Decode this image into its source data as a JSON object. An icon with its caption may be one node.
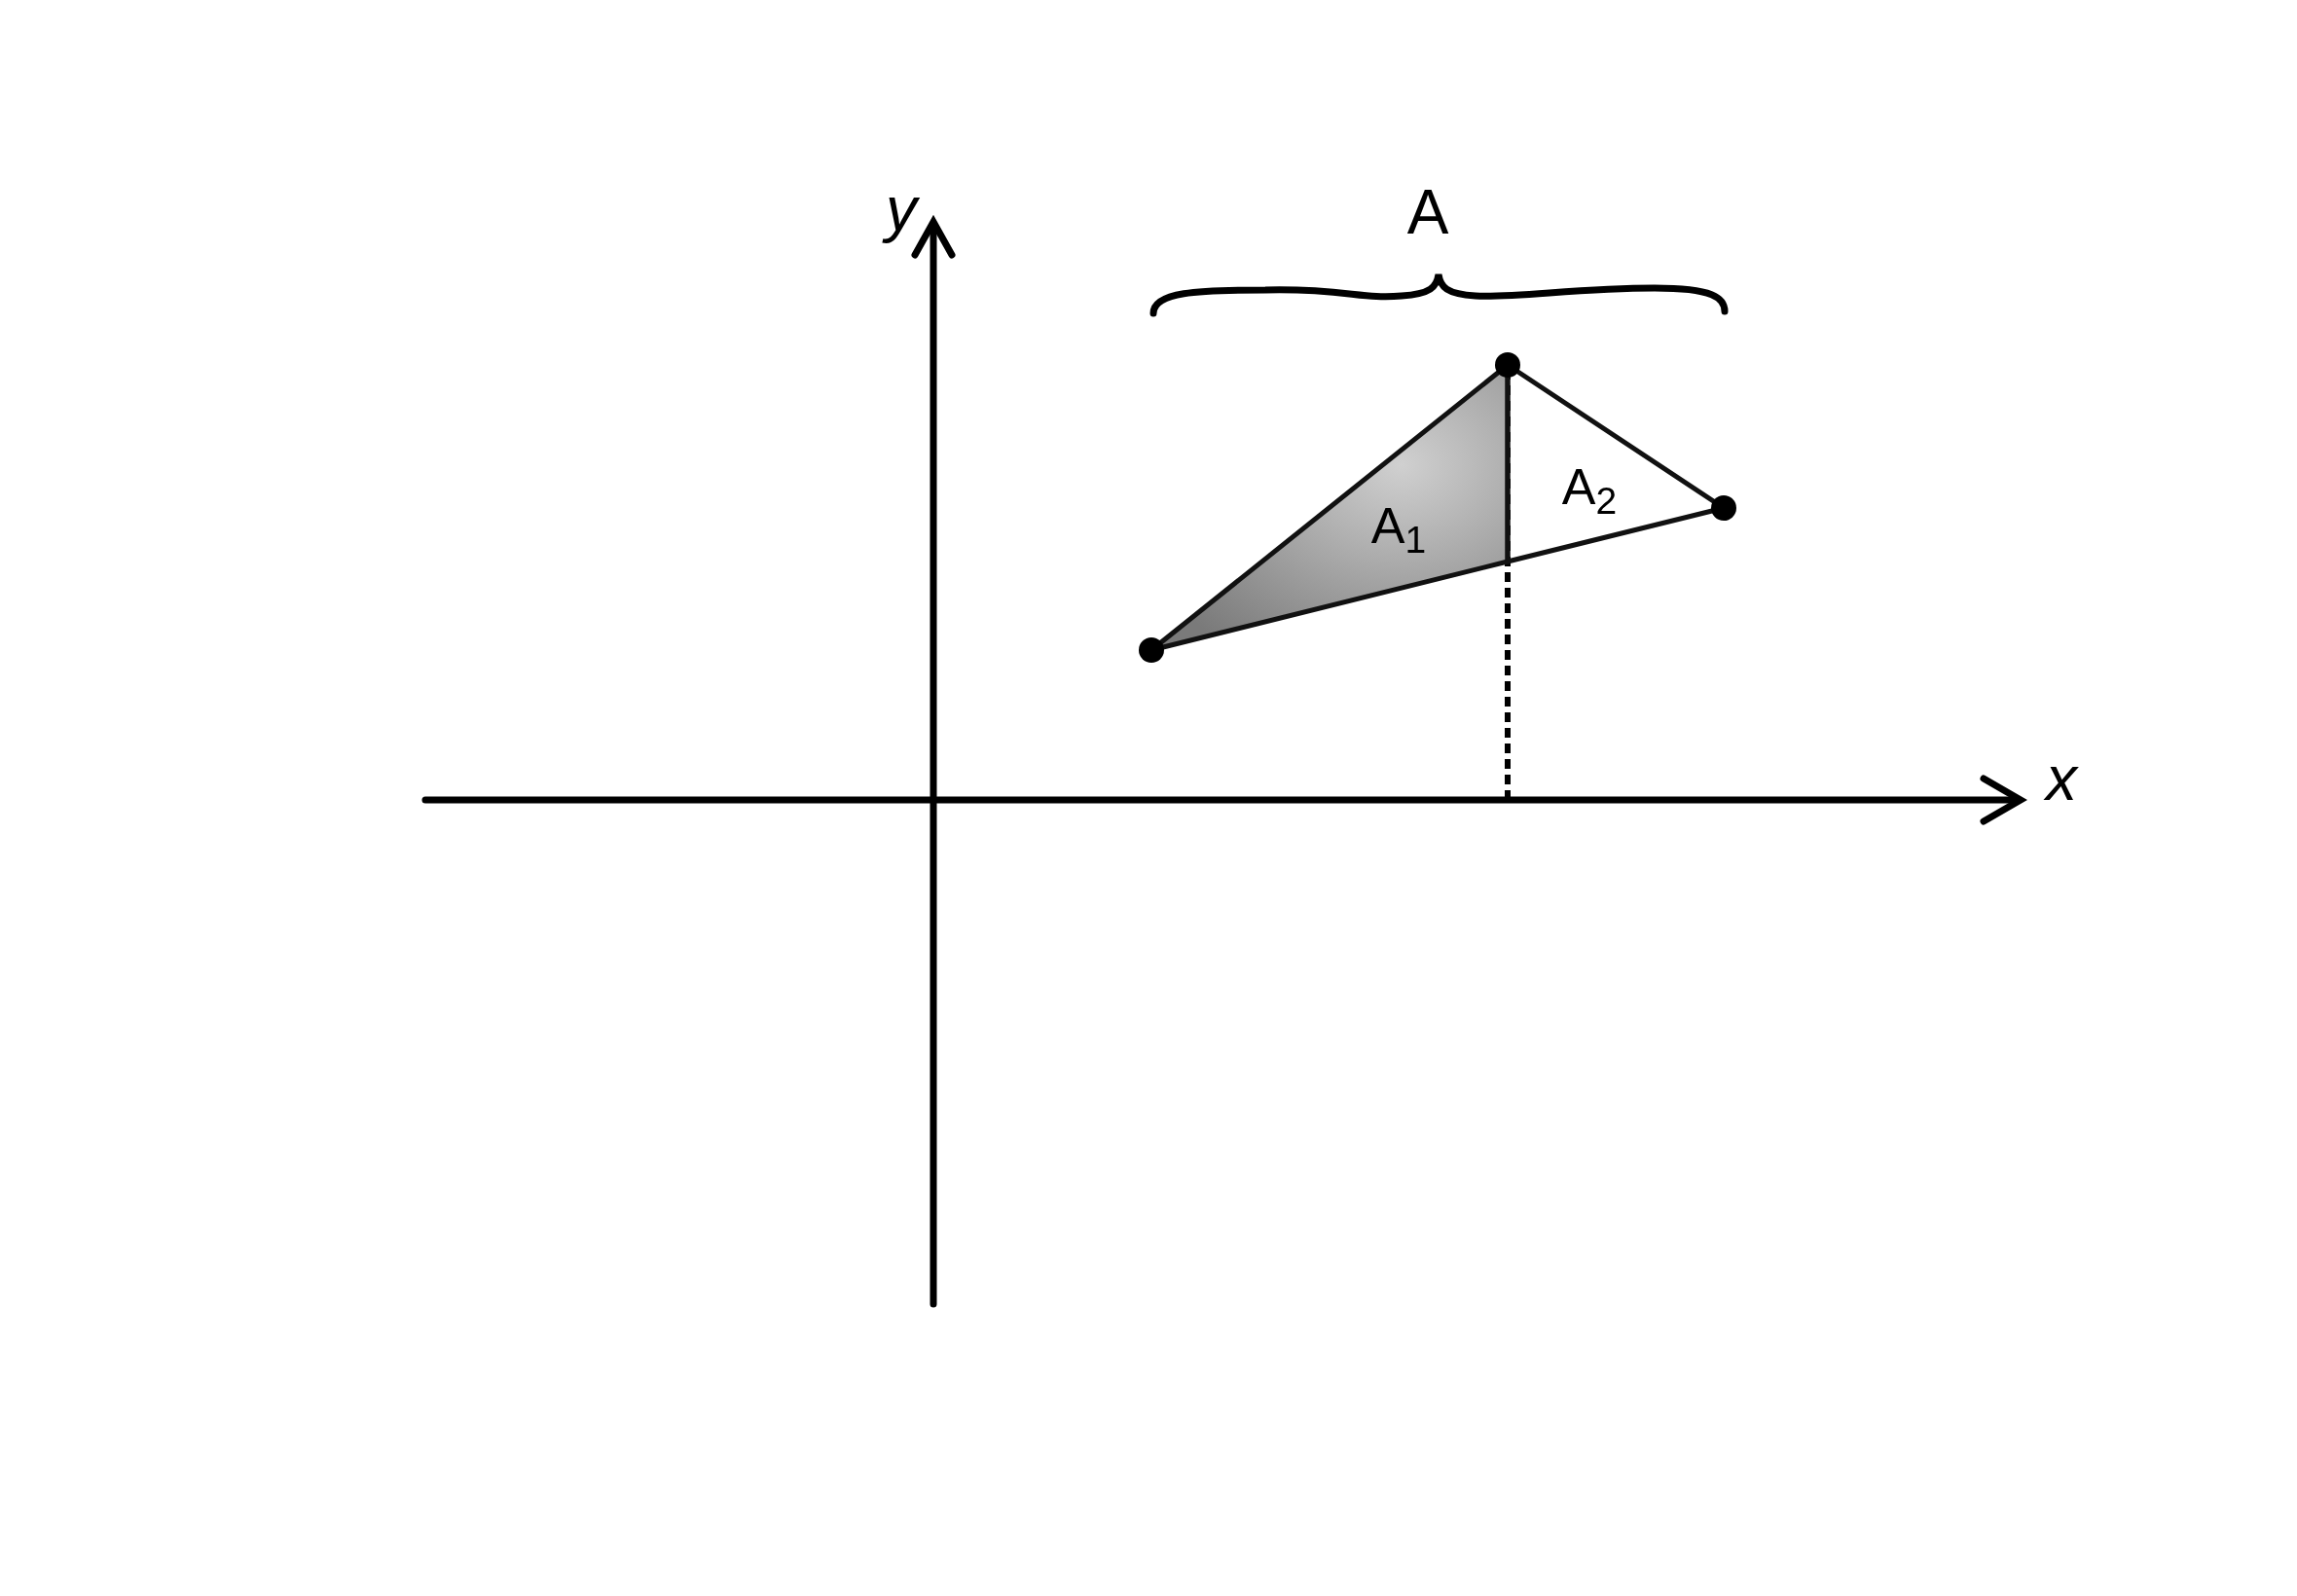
{
  "diagram": {
    "nodes": [
      {
        "text": [
          "A$_{1}$"
        ]
      },
      {
        "text": [
          "A$_{2}$"
        ]
      }
    ],
    "labels": [
      "A",
      "y",
      "x"
    ]
  }
}
